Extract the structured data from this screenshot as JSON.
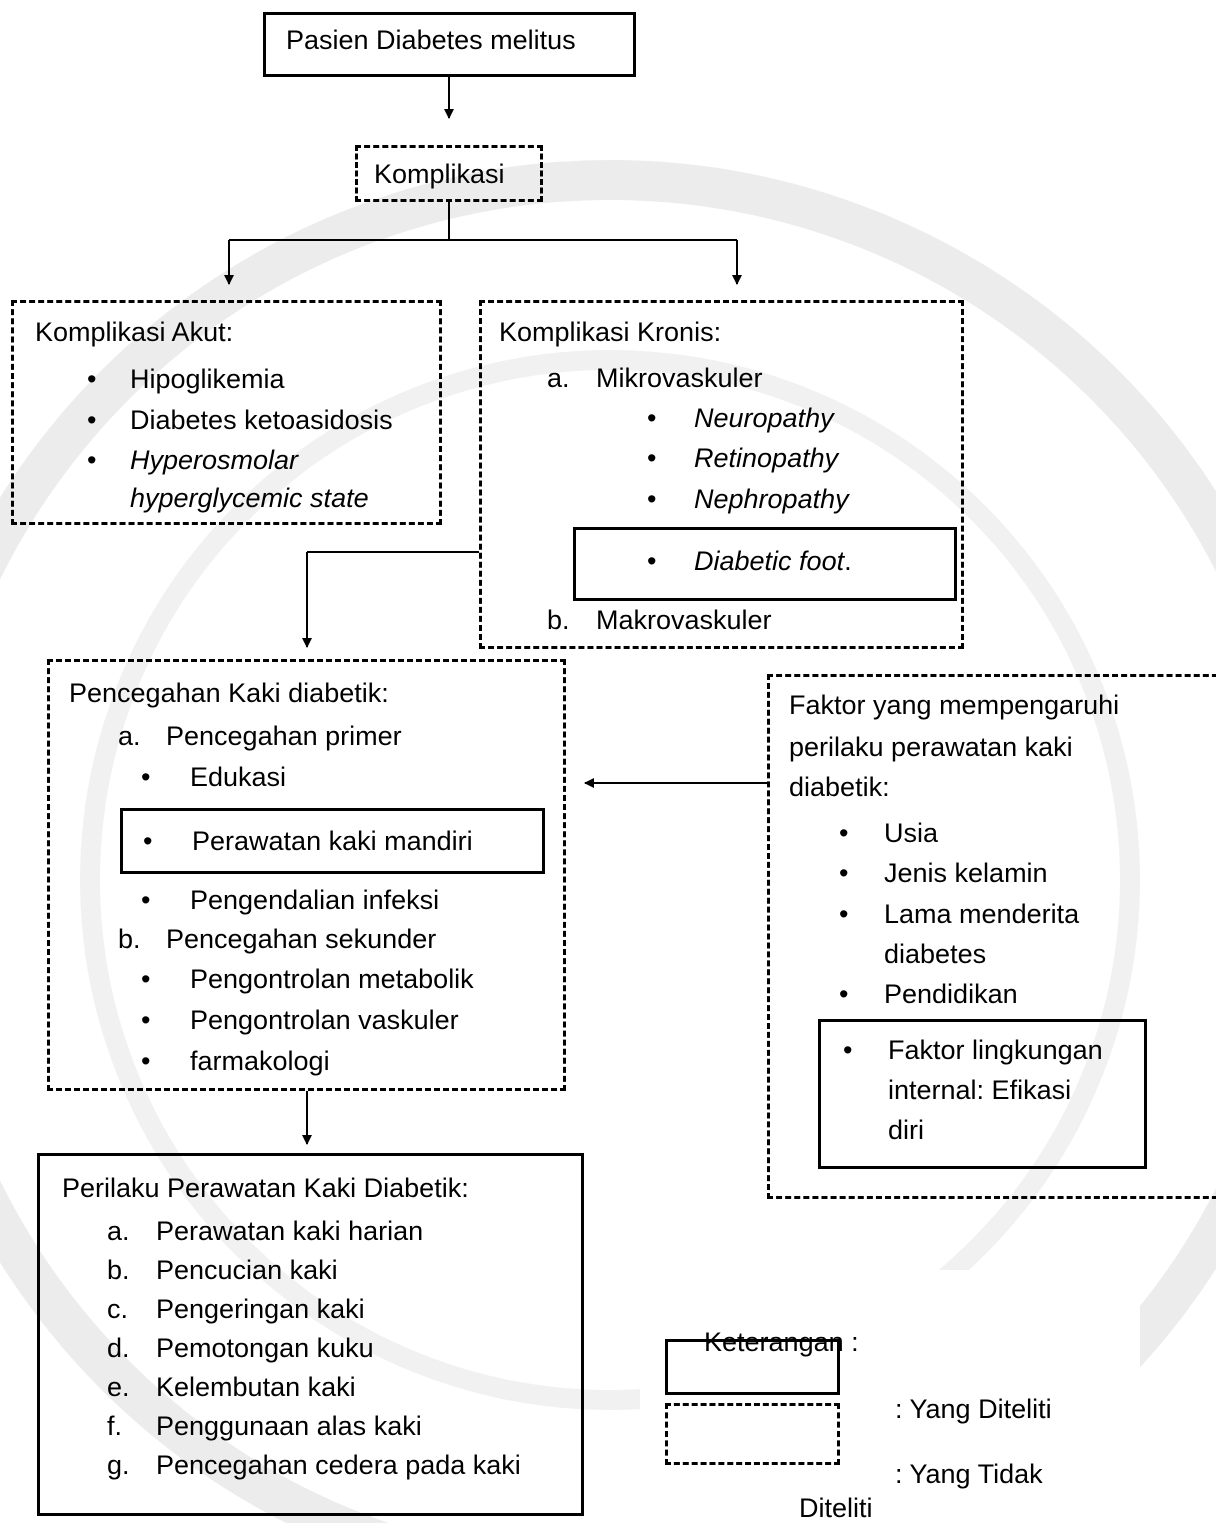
{
  "top_box": "Pasien Diabetes melitus",
  "komplikasi": "Komplikasi",
  "akut": {
    "title": "Komplikasi Akut:",
    "items": [
      "Hipoglikemia",
      "Diabetes ketoasidosis",
      "Hyperosmolar",
      "hyperglycemic state"
    ]
  },
  "kronis": {
    "title": "Komplikasi Kronis:",
    "a_marker": "a.",
    "a_label": "Mikrovaskuler",
    "a_items": [
      "Neuropathy",
      "Retinopathy",
      "Nephropathy"
    ],
    "diabetic_foot": "Diabetic foot",
    "diabetic_foot_period": ".",
    "b_marker": "b.",
    "b_label": "Makrovaskuler"
  },
  "pencegahan": {
    "title": "Pencegahan Kaki diabetik:",
    "a_marker": "a.",
    "a_label": "Pencegahan primer",
    "a_items": [
      "Edukasi",
      "Perawatan kaki mandiri",
      "Pengendalian infeksi"
    ],
    "b_marker": "b.",
    "b_label": "Pencegahan sekunder",
    "b_items": [
      "Pengontrolan metabolik",
      "Pengontrolan vaskuler",
      "farmakologi"
    ]
  },
  "faktor": {
    "title_lines": [
      "Faktor yang mempengaruhi",
      "perilaku perawatan kaki",
      "diabetik:"
    ],
    "items": [
      "Usia",
      "Jenis kelamin",
      "Lama menderita",
      "diabetes",
      "Pendidikan"
    ],
    "highlight_lines": [
      "Faktor lingkungan",
      "internal: Efikasi",
      "diri"
    ]
  },
  "perilaku": {
    "title": "Perilaku Perawatan Kaki Diabetik:",
    "markers": [
      "a.",
      "b.",
      "c.",
      "d.",
      "e.",
      "f.",
      "g."
    ],
    "items": [
      "Perawatan kaki harian",
      "Pencucian kaki",
      "Pengeringan kaki",
      "Pemotongan kuku",
      "Kelembutan kaki",
      "Penggunaan alas kaki",
      "Pencegahan cedera pada kaki"
    ]
  },
  "legend": {
    "title": "Keterangan :",
    "solid_label": ": Yang Diteliti",
    "dashed_label_1": ": Yang Tidak",
    "dashed_label_2": "Diteliti"
  },
  "bullet": "•"
}
